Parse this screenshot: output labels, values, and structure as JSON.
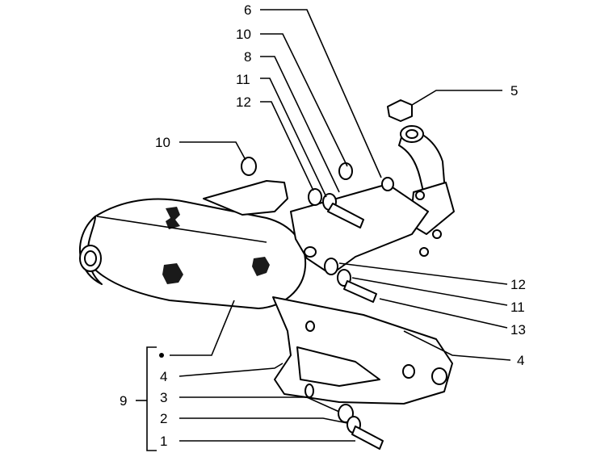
{
  "callouts": {
    "c6": "6",
    "c10a": "10",
    "c8": "8",
    "c11a": "11",
    "c12a": "12",
    "c5": "5",
    "c10b": "10",
    "c12b": "12",
    "c11b": "11",
    "c13": "13",
    "c4a": "4",
    "c9": "9",
    "c4b": "4",
    "c3": "3",
    "c2": "2",
    "c1": "1"
  }
}
